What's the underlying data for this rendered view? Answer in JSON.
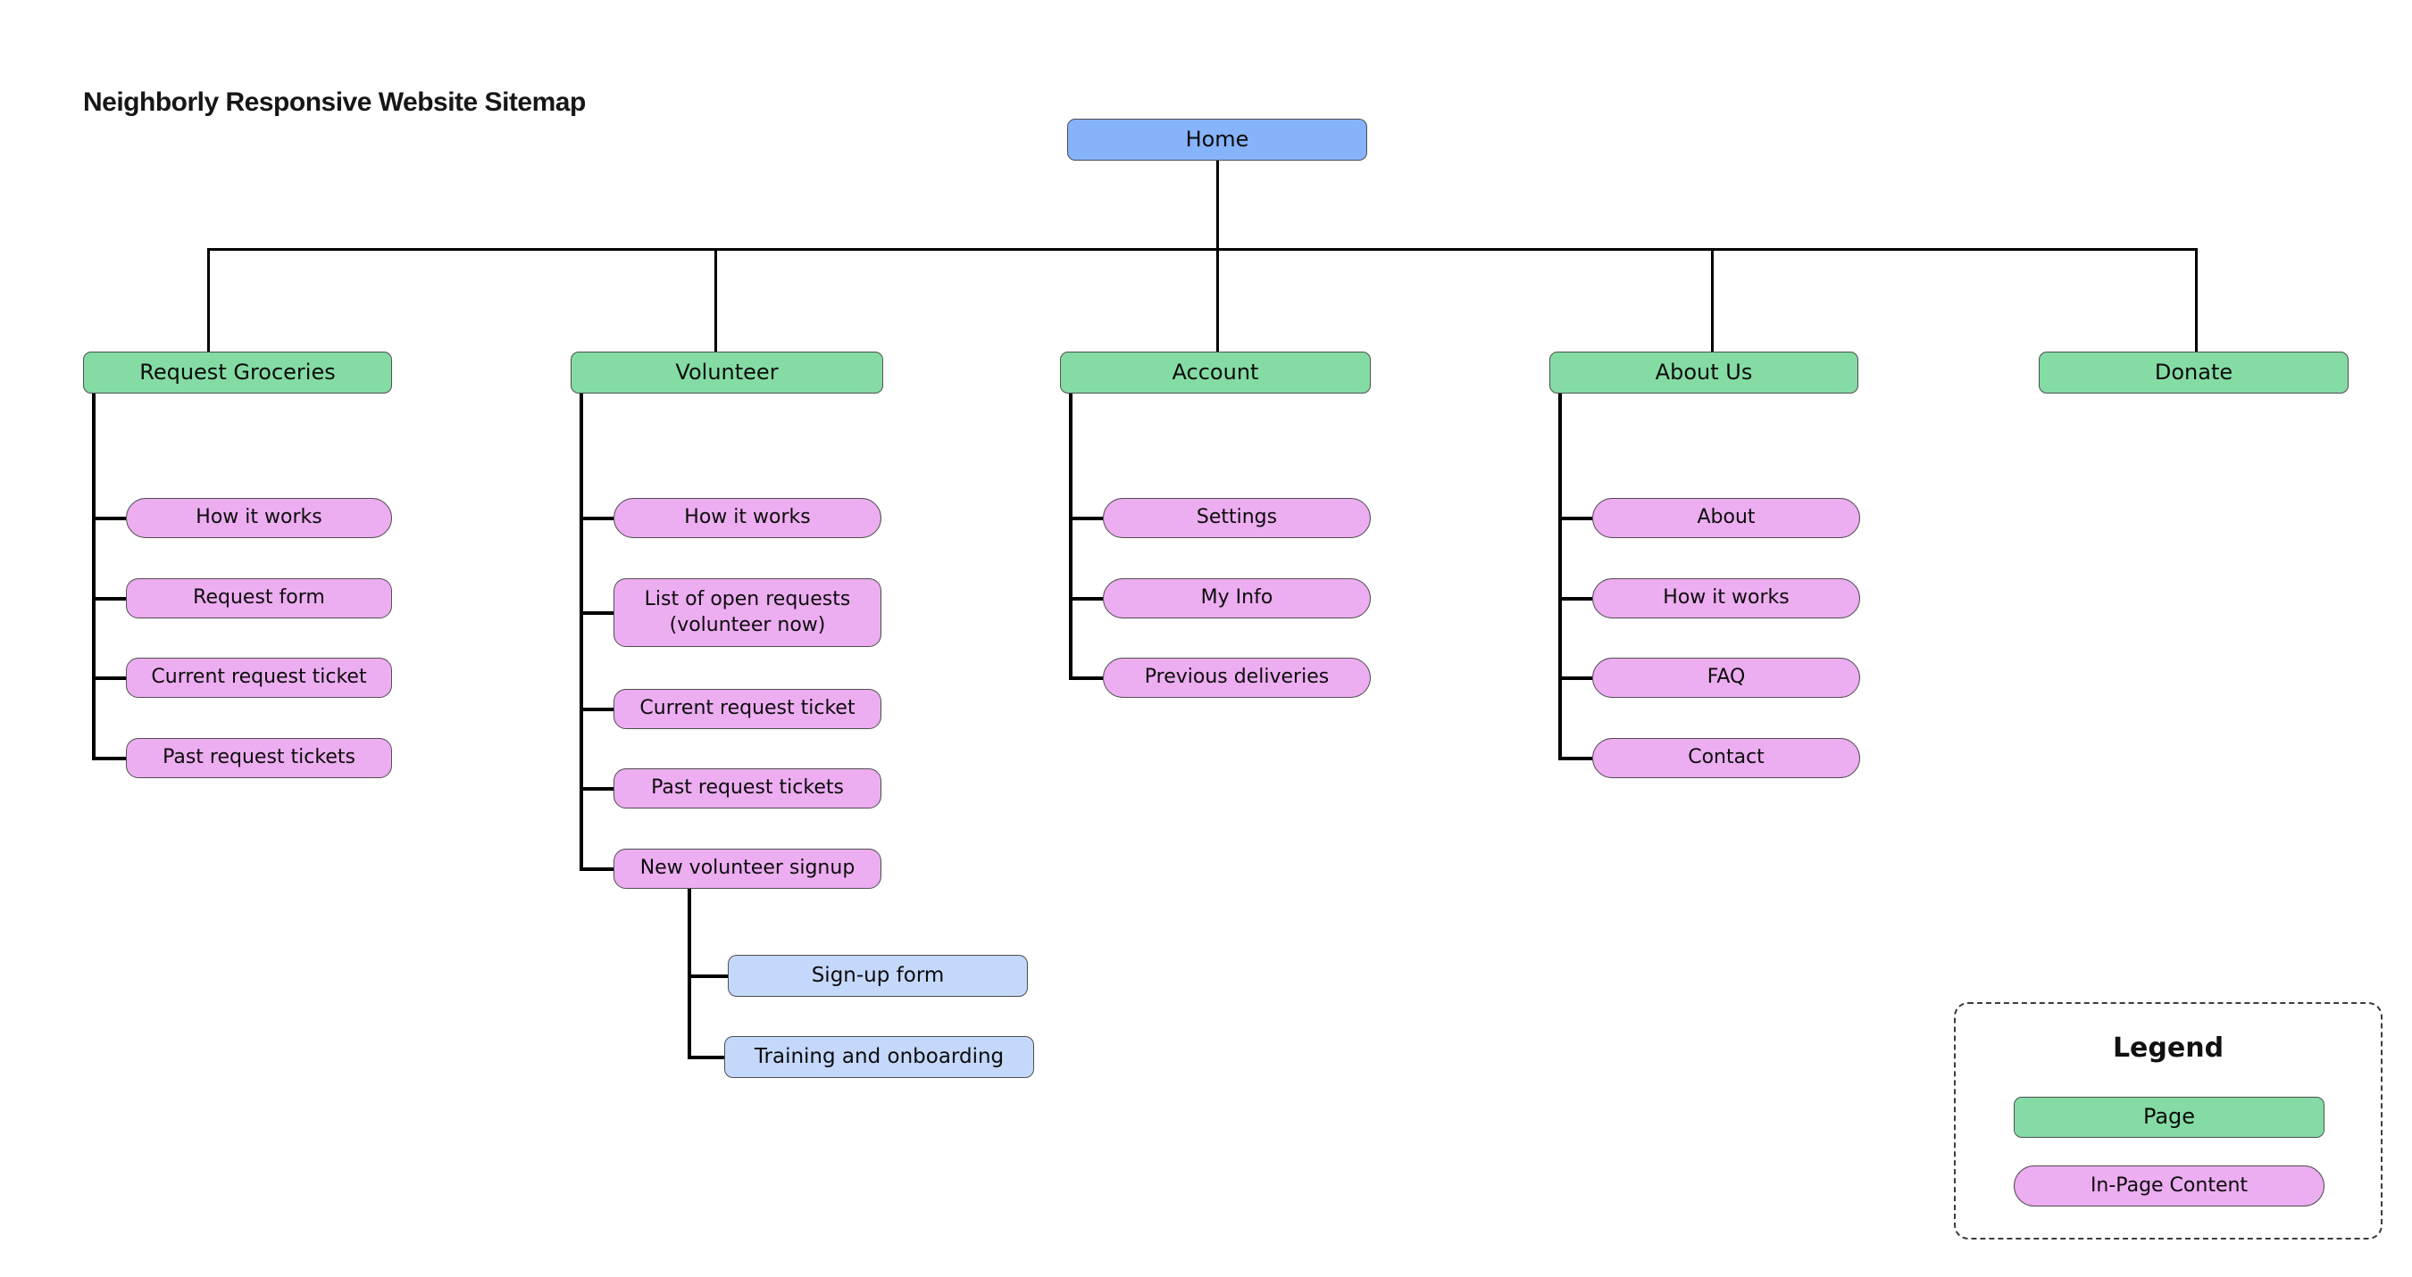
{
  "title": "Neighborly Responsive Website Sitemap",
  "colors": {
    "page_green": "#84dca4",
    "in_page_pink": "#edadf1",
    "home_blue": "#86b3f9",
    "subpage_blue": "#c4d8fb",
    "line": "#000000"
  },
  "root": {
    "label": "Home"
  },
  "columns": [
    {
      "label": "Request Groceries",
      "children": [
        {
          "label": "How it works"
        },
        {
          "label": "Request form"
        },
        {
          "label": "Current request ticket"
        },
        {
          "label": "Past request tickets"
        }
      ]
    },
    {
      "label": "Volunteer",
      "children": [
        {
          "label": "How it works"
        },
        {
          "label": "List of open requests (volunteer now)"
        },
        {
          "label": "Current request ticket"
        },
        {
          "label": "Past request tickets"
        },
        {
          "label": "New volunteer signup",
          "children": [
            {
              "label": "Sign-up form"
            },
            {
              "label": "Training and onboarding"
            }
          ]
        }
      ]
    },
    {
      "label": "Account",
      "children": [
        {
          "label": "Settings"
        },
        {
          "label": "My Info"
        },
        {
          "label": "Previous deliveries"
        }
      ]
    },
    {
      "label": "About Us",
      "children": [
        {
          "label": "About"
        },
        {
          "label": "How it works"
        },
        {
          "label": "FAQ"
        },
        {
          "label": "Contact"
        }
      ]
    },
    {
      "label": "Donate",
      "children": []
    }
  ],
  "legend": {
    "title": "Legend",
    "items": [
      {
        "label": "Page",
        "type": "page"
      },
      {
        "label": "In-Page Content",
        "type": "in-page-content"
      }
    ]
  }
}
